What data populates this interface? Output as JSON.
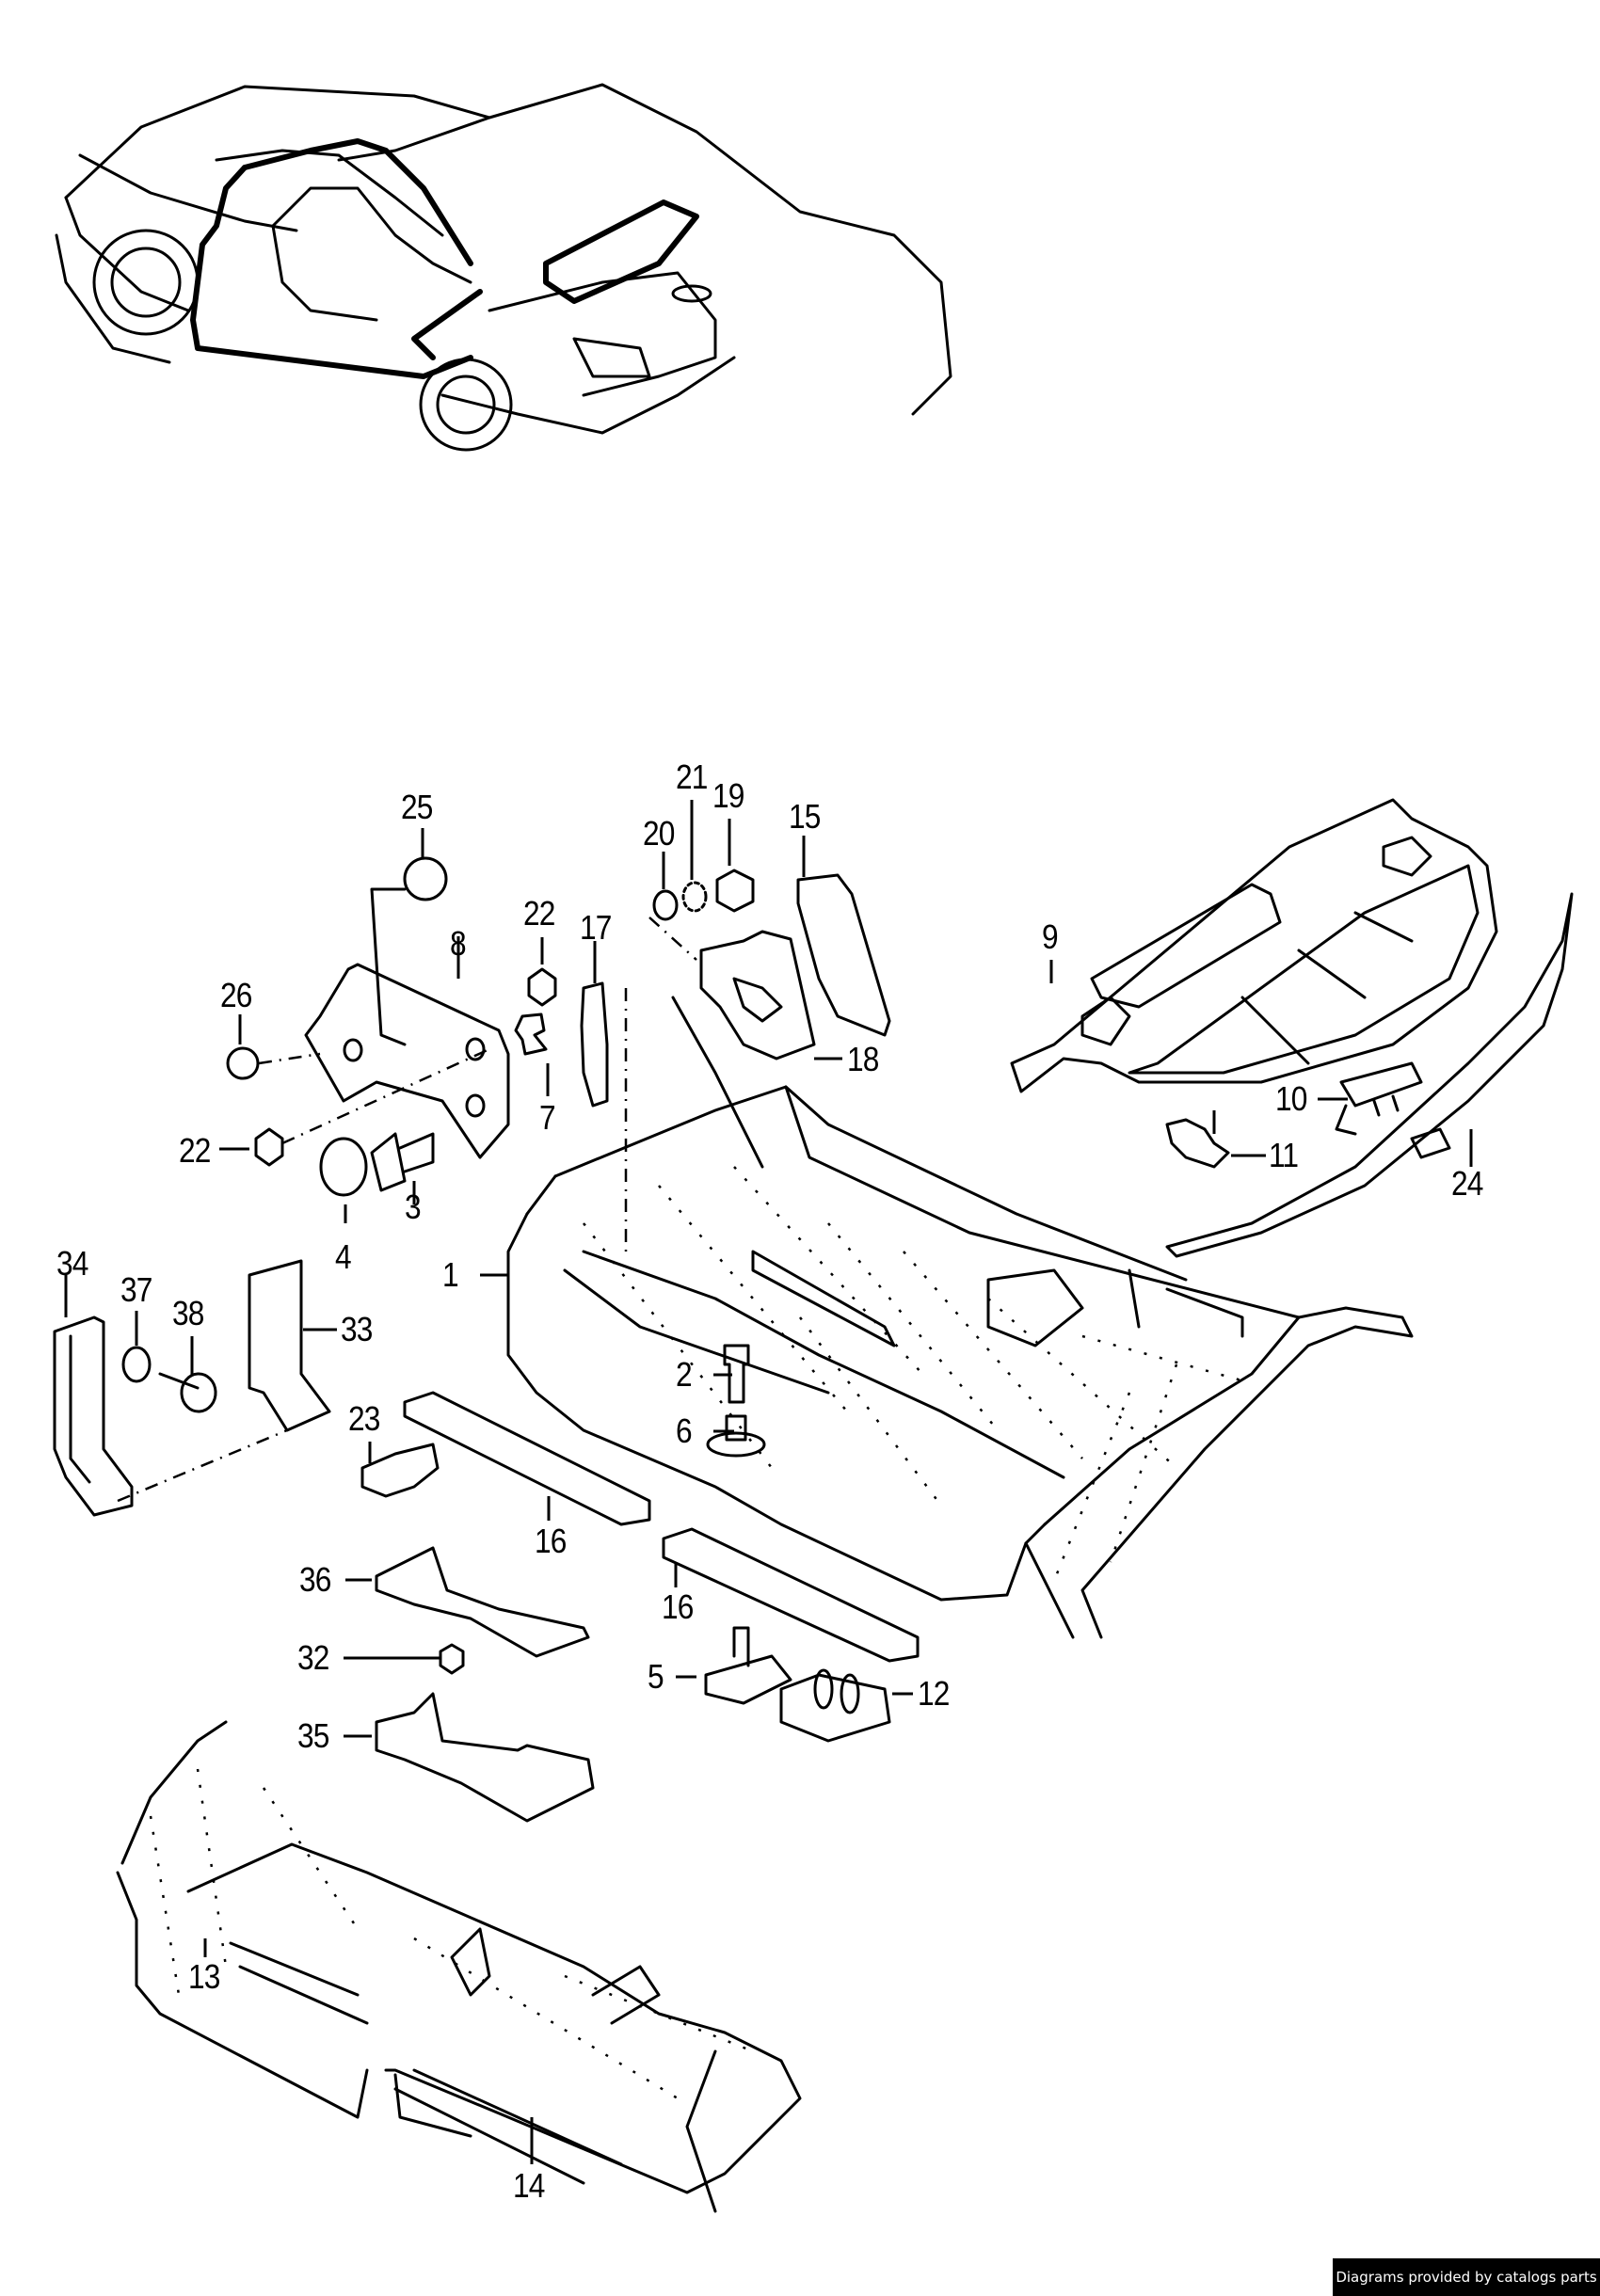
{
  "diagram": {
    "title": "Floor pan / body floor assembly exploded view",
    "overview_illustration": "convertible car body with highlighted floor pan and rear shelf",
    "callouts": [
      {
        "id": "c1",
        "label": "1",
        "part": "floor pan assembly"
      },
      {
        "id": "c2",
        "label": "2",
        "part": "bolt"
      },
      {
        "id": "c3",
        "label": "3",
        "part": "self-tapping screw"
      },
      {
        "id": "c4",
        "label": "4",
        "part": "grommet/plug"
      },
      {
        "id": "c5",
        "label": "5",
        "part": "bracket"
      },
      {
        "id": "c6",
        "label": "6",
        "part": "stud with washer"
      },
      {
        "id": "c7",
        "label": "7",
        "part": "clip"
      },
      {
        "id": "c8",
        "label": "8",
        "part": "panel"
      },
      {
        "id": "c9",
        "label": "9",
        "part": "rear shelf panel"
      },
      {
        "id": "c10",
        "label": "10",
        "part": "bracket"
      },
      {
        "id": "c11",
        "label": "11",
        "part": "clip"
      },
      {
        "id": "c12",
        "label": "12",
        "part": "mount with studs"
      },
      {
        "id": "c13",
        "label": "13",
        "part": "front floor section left"
      },
      {
        "id": "c14",
        "label": "14",
        "part": "front floor section right"
      },
      {
        "id": "c15",
        "label": "15",
        "part": "reinforcement"
      },
      {
        "id": "c16a",
        "label": "16",
        "part": "sill reinforcement"
      },
      {
        "id": "c16b",
        "label": "16",
        "part": "sill reinforcement"
      },
      {
        "id": "c17",
        "label": "17",
        "part": "bracket"
      },
      {
        "id": "c18",
        "label": "18",
        "part": "mounting plate"
      },
      {
        "id": "c19",
        "label": "19",
        "part": "nut"
      },
      {
        "id": "c20",
        "label": "20",
        "part": "washer"
      },
      {
        "id": "c21",
        "label": "21",
        "part": "lock washer"
      },
      {
        "id": "c22a",
        "label": "22",
        "part": "nut"
      },
      {
        "id": "c22b",
        "label": "22",
        "part": "nut"
      },
      {
        "id": "c23",
        "label": "23",
        "part": "clip"
      },
      {
        "id": "c24",
        "label": "24",
        "part": "trim strip"
      },
      {
        "id": "c25",
        "label": "25",
        "part": "grommet"
      },
      {
        "id": "c26",
        "label": "26",
        "part": "spacer"
      },
      {
        "id": "c32",
        "label": "32",
        "part": "nut"
      },
      {
        "id": "c33",
        "label": "33",
        "part": "bracket"
      },
      {
        "id": "c34",
        "label": "34",
        "part": "bracket"
      },
      {
        "id": "c35",
        "label": "35",
        "part": "crossmember"
      },
      {
        "id": "c36",
        "label": "36",
        "part": "crossmember"
      },
      {
        "id": "c37",
        "label": "37",
        "part": "washer"
      },
      {
        "id": "c38",
        "label": "38",
        "part": "screw"
      }
    ]
  },
  "credit": "Diagrams provided by catalogs parts"
}
